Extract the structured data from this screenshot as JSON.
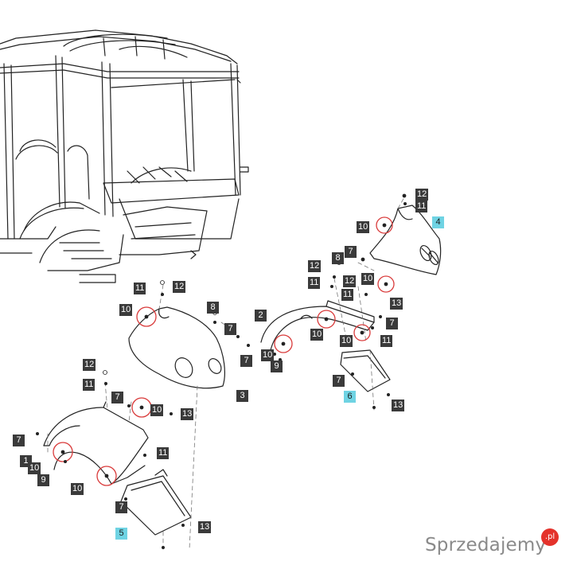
{
  "callouts": [
    {
      "id": "c1",
      "text": "12"
    },
    {
      "id": "c2",
      "text": "11"
    },
    {
      "id": "c3",
      "text": "4",
      "hl": true
    },
    {
      "id": "c4",
      "text": "10"
    },
    {
      "id": "c5",
      "text": "7"
    },
    {
      "id": "c6",
      "text": "12"
    },
    {
      "id": "c7",
      "text": "8"
    },
    {
      "id": "c8",
      "text": "11"
    },
    {
      "id": "c9",
      "text": "12"
    },
    {
      "id": "c10",
      "text": "10"
    },
    {
      "id": "c11",
      "text": "11"
    },
    {
      "id": "c12",
      "text": "13"
    },
    {
      "id": "c13",
      "text": "7"
    },
    {
      "id": "c14",
      "text": "10"
    },
    {
      "id": "c15",
      "text": "10"
    },
    {
      "id": "c16",
      "text": "11"
    },
    {
      "id": "c17",
      "text": "7"
    },
    {
      "id": "c18",
      "text": "6",
      "hl": true
    },
    {
      "id": "c19",
      "text": "13"
    },
    {
      "id": "c20",
      "text": "11"
    },
    {
      "id": "c21",
      "text": "12"
    },
    {
      "id": "c22",
      "text": "10"
    },
    {
      "id": "c23",
      "text": "8"
    },
    {
      "id": "c24",
      "text": "7"
    },
    {
      "id": "c25",
      "text": "2"
    },
    {
      "id": "c26",
      "text": "10"
    },
    {
      "id": "c27",
      "text": "9"
    },
    {
      "id": "c28",
      "text": "7"
    },
    {
      "id": "c29",
      "text": "3"
    },
    {
      "id": "c30",
      "text": "12"
    },
    {
      "id": "c31",
      "text": "11"
    },
    {
      "id": "c32",
      "text": "7"
    },
    {
      "id": "c33",
      "text": "10"
    },
    {
      "id": "c34",
      "text": "13"
    },
    {
      "id": "c35",
      "text": "7"
    },
    {
      "id": "c36",
      "text": "1"
    },
    {
      "id": "c37",
      "text": "10"
    },
    {
      "id": "c38",
      "text": "9"
    },
    {
      "id": "c39",
      "text": "10"
    },
    {
      "id": "c40",
      "text": "11"
    },
    {
      "id": "c41",
      "text": "7"
    },
    {
      "id": "c42",
      "text": "5",
      "hl": true
    },
    {
      "id": "c43",
      "text": "13"
    }
  ],
  "watermark": {
    "text": "Sprzedajemy",
    "badge": ".pl"
  }
}
